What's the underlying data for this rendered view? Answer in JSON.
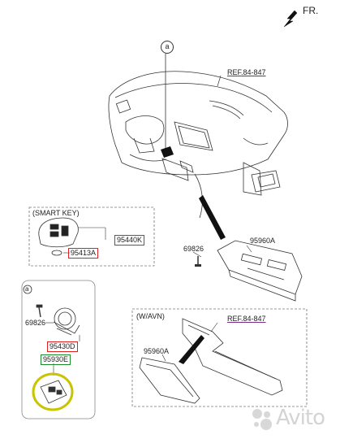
{
  "orientation": {
    "label": "FR."
  },
  "callout_a": "a",
  "ref_top": "REF.84-847",
  "smart_key": {
    "title": "(SMART KEY)",
    "part_key": "95440K",
    "part_battery": "95413A"
  },
  "module_right": {
    "screw": "69826",
    "module": "95960A"
  },
  "inset_a": {
    "callout": "a",
    "screw": "69826",
    "switch": "95430D",
    "button": "95930E"
  },
  "avn_box": {
    "title": "(W/AVN)",
    "ref": "REF.84-847",
    "module": "95960A"
  },
  "watermark": "Avito",
  "colors": {
    "red_box": "#dd2222",
    "green_box": "#1a8a2a",
    "highlight_ring": "#c9c400",
    "ref_underline": "#7a2a8a"
  }
}
